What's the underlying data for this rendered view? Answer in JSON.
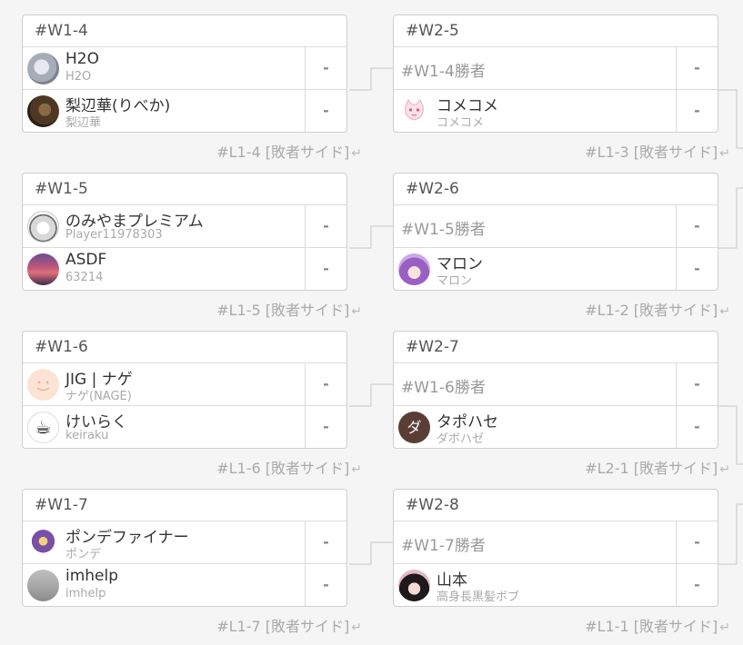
{
  "rounds": {
    "w1": [
      {
        "id": "#W1-4",
        "p1": {
          "name": "H2O",
          "sub": "H2O",
          "score": "-",
          "avatar": "gray-blob-avatar"
        },
        "p2": {
          "name": "梨辺華(りべか)",
          "sub": "梨辺華",
          "score": "-",
          "avatar": "dark-photo-avatar"
        },
        "loser": "#L1-4 [敗者サイド]"
      },
      {
        "id": "#W1-5",
        "p1": {
          "name": "のみやまプレミアム",
          "sub": "Player11978303",
          "score": "-",
          "avatar": "sketch-girl-avatar"
        },
        "p2": {
          "name": "ASDF",
          "sub": "63214",
          "score": "-",
          "avatar": "sunset-avatar"
        },
        "loser": "#L1-5 [敗者サイド]"
      },
      {
        "id": "#W1-6",
        "p1": {
          "name": "JIG | ナゲ",
          "sub": "ナゲ(NAGE)",
          "score": "-",
          "avatar": "smiley-avatar"
        },
        "p2": {
          "name": "けいらく",
          "sub": "keiraku",
          "score": "-",
          "avatar": "coffee-cup-avatar"
        },
        "loser": "#L1-6 [敗者サイド]"
      },
      {
        "id": "#W1-7",
        "p1": {
          "name": "ポンデファイナー",
          "sub": "ポンデ",
          "score": "-",
          "avatar": "purple-character-avatar"
        },
        "p2": {
          "name": "imhelp",
          "sub": "imhelp",
          "score": "-",
          "avatar": "gray-photo-avatar"
        },
        "loser": "#L1-7 [敗者サイド]"
      }
    ],
    "w2": [
      {
        "id": "#W2-5",
        "p1": {
          "placeholder": "#W1-4勝者",
          "score": "-"
        },
        "p2": {
          "name": "コメコメ",
          "sub": "コメコメ",
          "score": "-",
          "avatar": "pink-cat-avatar"
        },
        "loser": "#L1-3 [敗者サイド]"
      },
      {
        "id": "#W2-6",
        "p1": {
          "placeholder": "#W1-5勝者",
          "score": "-"
        },
        "p2": {
          "name": "マロン",
          "sub": "マロン",
          "score": "-",
          "avatar": "purple-hair-girl-avatar"
        },
        "loser": "#L1-2 [敗者サイド]"
      },
      {
        "id": "#W2-7",
        "p1": {
          "placeholder": "#W1-6勝者",
          "score": "-"
        },
        "p2": {
          "name": "タポハセ",
          "sub": "ダボハゼ",
          "score": "-",
          "avatar": "letter-avatar",
          "avatar_letter": "ダ"
        },
        "loser": "#L2-1 [敗者サイド]"
      },
      {
        "id": "#W2-8",
        "p1": {
          "placeholder": "#W1-7勝者",
          "score": "-"
        },
        "p2": {
          "name": "山本",
          "sub": "高身長黒髪ボブ",
          "score": "-",
          "avatar": "black-hair-girl-avatar"
        },
        "loser": "#L1-1 [敗者サイド]"
      }
    ]
  },
  "colors": {
    "background": "#f5f5f5",
    "border": "#cfcfcf",
    "connector": "#c8c8c8",
    "letter_avatar": "#5a3e36"
  }
}
